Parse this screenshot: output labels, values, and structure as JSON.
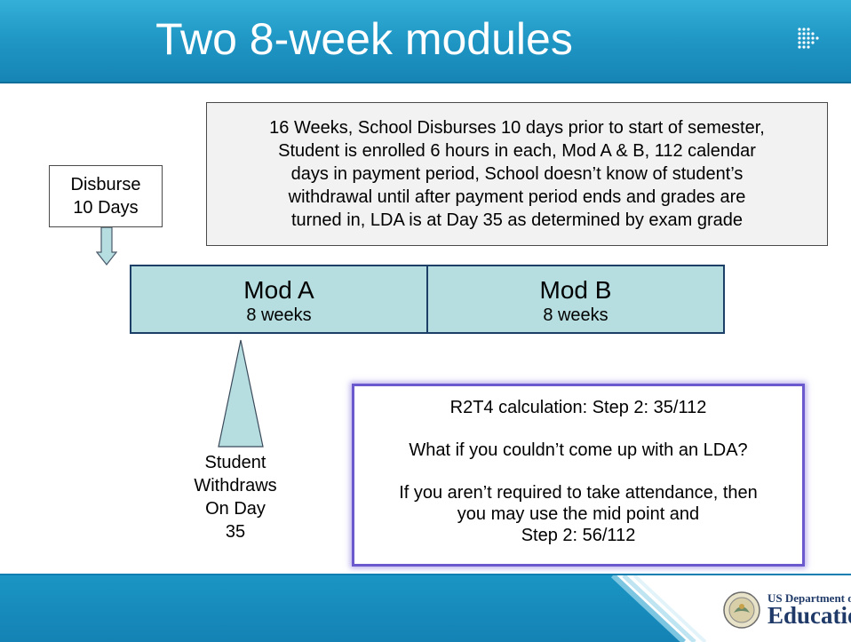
{
  "title": "Two 8-week modules",
  "info_box": {
    "lines": [
      "16 Weeks, School Disburses 10 days prior to start of semester,",
      "Student is enrolled 6 hours in each, Mod A & B, 112 calendar",
      "days in payment period, School doesn’t know of student’s",
      "withdrawal until after payment period ends and grades are",
      "turned in, LDA is at Day 35 as determined by exam grade"
    ]
  },
  "disburse": {
    "line1": "Disburse",
    "line2": "10 Days"
  },
  "modules": [
    {
      "name": "Mod A",
      "length": "8 weeks"
    },
    {
      "name": "Mod B",
      "length": "8 weeks"
    }
  ],
  "withdraw": {
    "lines": [
      "Student",
      "Withdraws",
      "On Day",
      "35"
    ]
  },
  "calc_box": {
    "line1": "R2T4 calculation: Step 2: 35/112",
    "line2": "What if you couldn’t come up with an LDA?",
    "line3": "If you aren’t required to take attendance, then",
    "line4": "you may use the mid point and",
    "line5": "Step 2: 56/112"
  },
  "footer": {
    "logo_small": "US Department of",
    "logo_big": "Education"
  },
  "colors": {
    "header_blue": "#1f96c4",
    "module_fill": "#b6dde0",
    "calc_border": "#6a5acd"
  }
}
